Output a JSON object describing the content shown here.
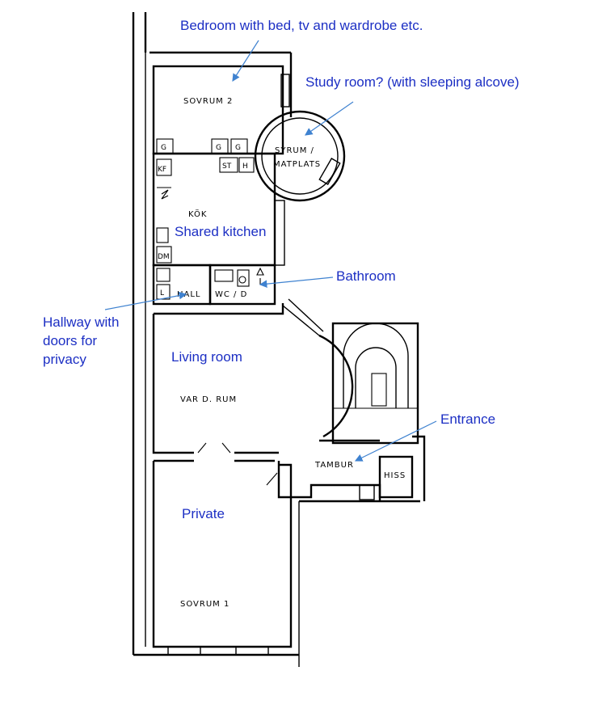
{
  "room_labels": {
    "sovrum2": "SOVRUM 2",
    "syrum_line1": "SYRUM /",
    "syrum_line2": "MATPLATS",
    "kok": "KÖK",
    "hall": "HALL",
    "wc": "WC / D",
    "vardrum": "VAR D. RUM",
    "tambur": "TAMBUR",
    "hiss": "HISS",
    "sovrum1": "SOVRUM 1"
  },
  "fixture_labels": {
    "g1": "G",
    "g2": "G",
    "g3": "G",
    "st": "ST",
    "h": "H",
    "kf": "KF",
    "dm": "DM",
    "l": "L"
  },
  "annotations": {
    "bedroom": "Bedroom with bed, tv and wardrobe etc.",
    "study": "Study room? (with sleeping alcove)",
    "kitchen": "Shared kitchen",
    "bathroom": "Bathroom",
    "hallway_line1": "Hallway with",
    "hallway_line2": "doors for",
    "hallway_line3": "privacy",
    "living": "Living room",
    "entrance": "Entrance",
    "private": "Private"
  },
  "colors": {
    "annotation_text": "#1c2fc4",
    "arrow": "#3f82d0",
    "walls": "#000000"
  }
}
